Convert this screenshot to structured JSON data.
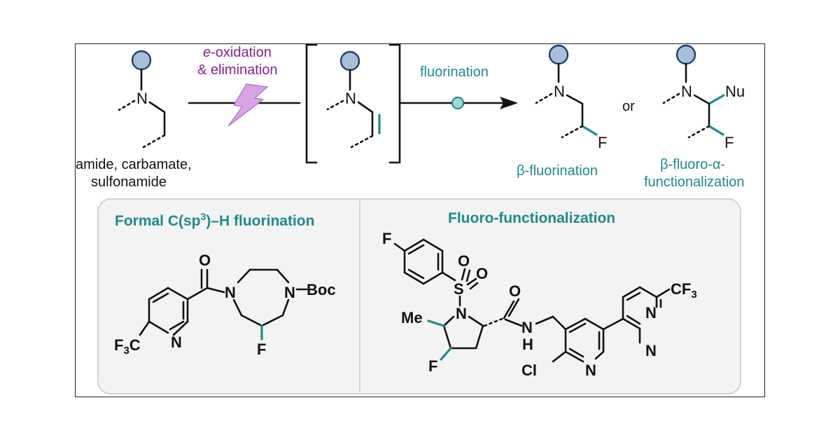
{
  "top": {
    "substrate_label_1": "amide, carbamate,",
    "substrate_label_2": "sulfonamide",
    "arrow1_label_prefix": "e",
    "arrow1_label_rest": "-oxidation",
    "arrow1_label_2": "& elimination",
    "arrow2_label": "fluorination",
    "product1_label": "β-fluorination",
    "or_label": "or",
    "product2_label_1": "β-fluoro-α-",
    "product2_label_2": "functionalization"
  },
  "panel_left": {
    "title_pre": "Formal C(sp",
    "title_sup": "3",
    "title_post": ")–H fluorination"
  },
  "panel_right": {
    "title": "Fluoro-functionalization"
  },
  "atoms": {
    "N": "N",
    "F": "F",
    "Nu": "Nu",
    "O": "O",
    "S": "S",
    "Boc": "Boc",
    "Me": "Me",
    "Cl": "Cl",
    "H": "H",
    "CF3": "CF",
    "F3C": "F",
    "sub3": "3",
    "C": "C"
  },
  "colors": {
    "teal": "#1e8a8a",
    "purple": "#8c1e96",
    "rgroup_fill": "#a9bfd8",
    "rgroup_stroke": "#1b3f72",
    "panel_bg": "#f3f3f3"
  }
}
